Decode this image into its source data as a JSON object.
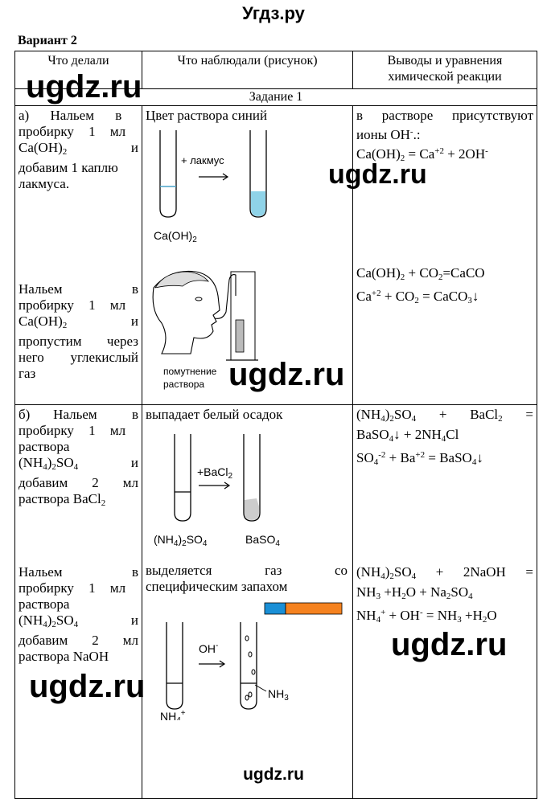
{
  "site_title": "Угдз.ру",
  "footer": "ugdz.ru",
  "variant": "Вариант 2",
  "watermark": "ugdz.ru",
  "headers": {
    "did": "Что делали",
    "observed": "Что наблюдали (рисунок)",
    "conclusions": "Выводы и уравнения химической реакции"
  },
  "task_title": "Задание 1",
  "a1": {
    "did": [
      "а) Нальем в",
      "пробирку 1 мл",
      "Ca(OH)",
      "и",
      "добавим 1 каплю",
      "лакмуса."
    ],
    "observed": "Цвет раствора синий",
    "fig_reagent": "+ лакмус",
    "fig_label": "Ca(OH)2",
    "conc_text": "в растворе присутствуют ионы OH-.:",
    "conc_eq": "Ca(OH)2 = Ca+2 + 2OH-"
  },
  "a2": {
    "did": [
      "Нальем в",
      "пробирку 1 мл",
      "Ca(OH)",
      "и",
      "пропустим через",
      "него углекислый",
      "газ"
    ],
    "fig_caption": [
      "помутнение",
      "раствора"
    ],
    "eq1": "Ca(OH)2 + CO2=CaCO",
    "eq2": "Ca+2 + CO2 = CaCO3↓"
  },
  "b1": {
    "did": [
      "б) Нальем в",
      "пробирку 1 мл",
      "раствора",
      "(NH4)2SO4 и",
      "добавим 2 мл",
      "раствора BaCl2"
    ],
    "observed": "выпадает белый осадок",
    "fig_reagent": "+BaCl2",
    "fig_left": "(NH4)2SO4",
    "fig_right": "BaSO4",
    "eq1": "(NH4)2SO4 + BaCl2 =",
    "eq2": "BaSO4↓ + 2NH4Cl",
    "eq3": "SO4-2 + Ba+2 = BaSO4↓"
  },
  "b2": {
    "did": [
      "Нальем в",
      "пробирку 1 мл",
      "раствора",
      "(NH4)2SO4 и",
      "добавим 2 мл",
      "раствора NaOH"
    ],
    "observed": "выделяется газ со специфическим запахом",
    "fig_reagent": "OH-",
    "fig_left": "NH4+",
    "fig_gas": "NH3",
    "eq1": "(NH4)2SO4 + 2NaOH =",
    "eq2": "NH3 +H2O + Na2SO4",
    "eq3": "NH4+ + OH- = NH3 +H2O",
    "colors": {
      "ph_blue": "#1a8fd6",
      "ph_orange": "#f5821f"
    }
  },
  "colors": {
    "solution_blue": "#8fd3e8",
    "precipitate": "#cccccc"
  }
}
